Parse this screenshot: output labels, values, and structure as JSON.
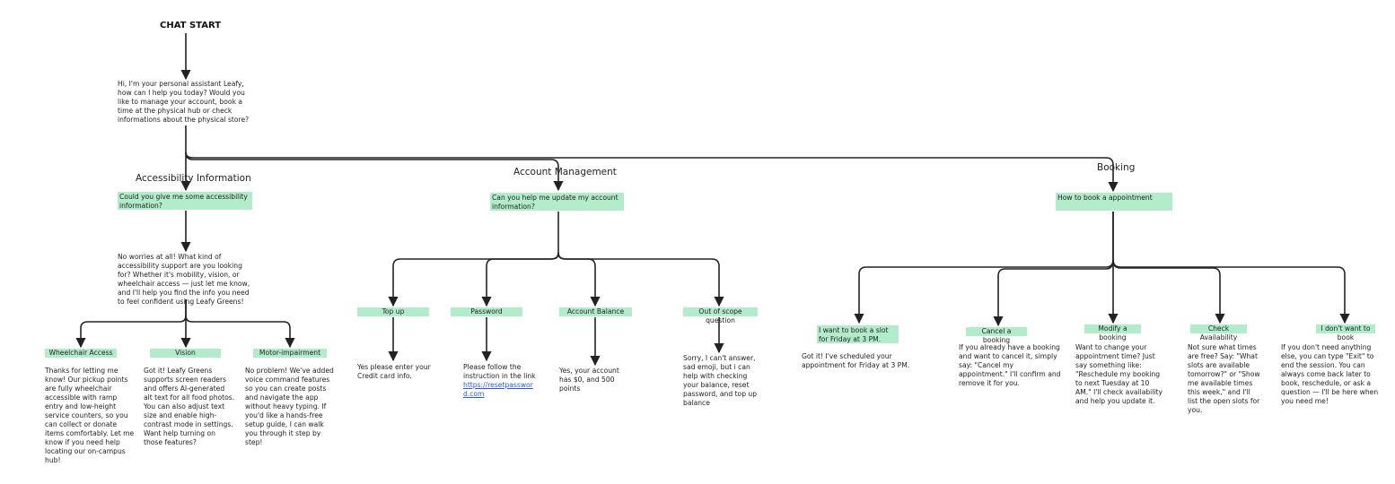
{
  "start": {
    "title": "CHAT START"
  },
  "intro": "Hi, I'm your personal assistant Leafy, how can I help you today? Would you like to manage your account, book a time at the physical hub or check informations about the physical store?",
  "branches": {
    "accessibility": {
      "heading": "Accessibility Information",
      "question": "Could you give me some accessibility information?",
      "response": "No worries at all! What kind of accessibility support are you looking for? Whether it's mobility, vision, or wheelchair access — just let me know, and I'll help you find the info you need to feel confident using Leafy Greens!",
      "options": [
        {
          "label": "Wheelchair Access",
          "reply": "Thanks for letting me know! Our pickup points are fully wheelchair accessible with ramp entry and low-height service counters, so you can collect or donate items comfortably. Let me know if you need help locating our on-campus hub!"
        },
        {
          "label": "Vision",
          "reply": "Got it! Leafy Greens supports screen readers and offers AI-generated alt text for all food photos. You can also adjust text size and enable high-contrast mode in settings. Want help turning on those features?"
        },
        {
          "label": "Motor-impairment",
          "reply": "No problem! We've added voice command features so you can create posts and navigate the app without heavy typing. If you'd like a hands-free setup guide, I can walk you through it step by step!"
        }
      ]
    },
    "account": {
      "heading": "Account Management",
      "question": "Can you help me update my account information?",
      "options": [
        {
          "label": "Top up",
          "reply": "Yes please enter your Credit card info."
        },
        {
          "label": "Password",
          "reply": "Please follow the instruction in the link",
          "link": "https://resetpassword.com"
        },
        {
          "label": "Account Balance",
          "reply": "Yes, your account has $0, and 500 points"
        },
        {
          "label": "Out of scope question",
          "reply": "Sorry, I can't answer, sad emoji, but i can help with checking your balance, reset password, and top up balance"
        }
      ]
    },
    "booking": {
      "heading": "Booking",
      "question": "How to book a appointment",
      "options": [
        {
          "label": "I want to book a slot for Friday at 3 PM.",
          "reply": "Got it! I've scheduled your appointment for Friday at 3 PM."
        },
        {
          "label": "Cancel a booking",
          "reply": "If you already have a booking and want to cancel it, simply say: \"Cancel my appointment.\" I'll confirm and remove it for you."
        },
        {
          "label": "Modify a booking",
          "reply": "Want to change your appointment time? Just say something like: \"Reschedule my booking to next Tuesday at 10 AM.\" I'll check availability and help you update it."
        },
        {
          "label": "Check Availability",
          "reply": "Not sure what times are free? Say: \"What slots are available tomorrow?\" or \"Show me available times this week,\" and I'll list the open slots for you."
        },
        {
          "label": "I don't want to book",
          "reply": "If you don't need anything else, you can type \"Exit\" to end the session. You can always come back later to book, reschedule, or ask a question — I'll be here when you need me!"
        }
      ]
    }
  },
  "colors": {
    "tag": "#b2ecca",
    "line": "#222222",
    "link": "#2a5bd7"
  }
}
